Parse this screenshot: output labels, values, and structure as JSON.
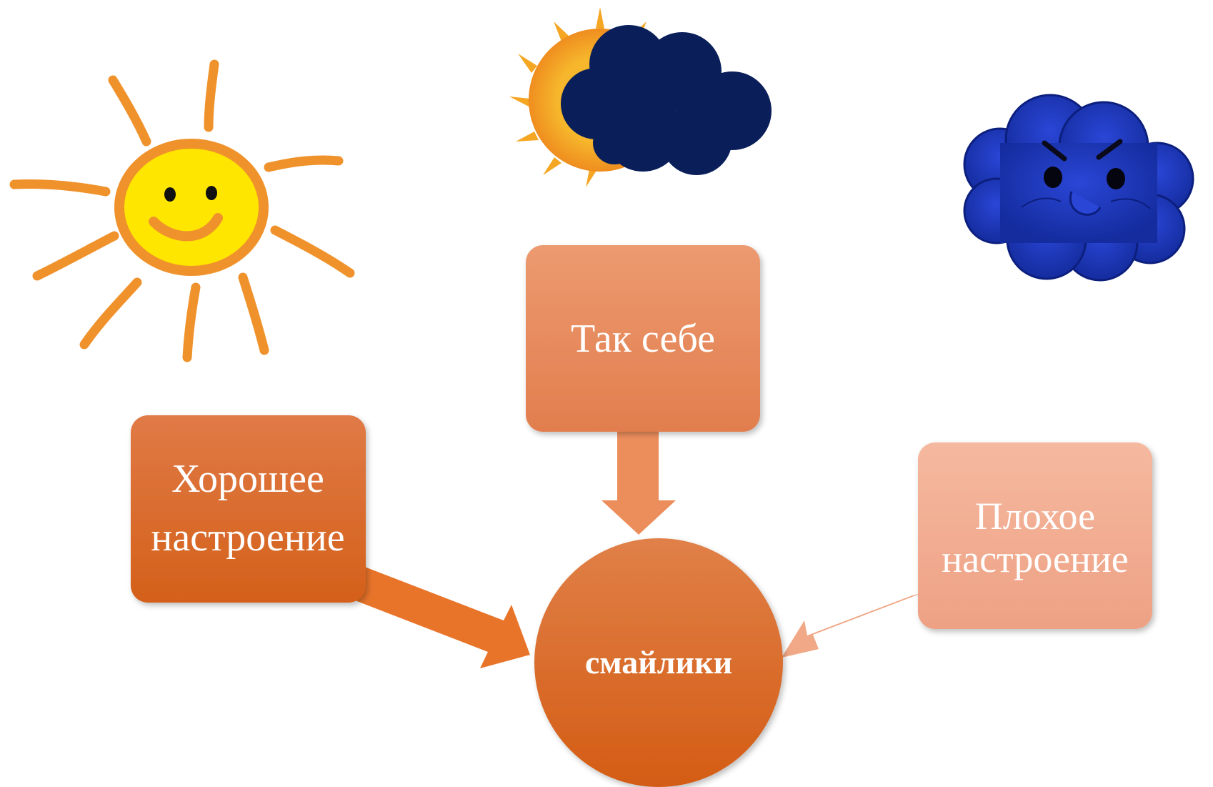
{
  "diagram": {
    "center": {
      "label": "смайлики"
    },
    "nodes": [
      {
        "id": "good",
        "lines": [
          "Хорошее",
          "настроение"
        ],
        "icon": "smiling-sun"
      },
      {
        "id": "neutral",
        "lines": [
          "Так себе"
        ],
        "icon": "sun-behind-cloud"
      },
      {
        "id": "bad",
        "lines": [
          "Плохое",
          "настроение"
        ],
        "icon": "angry-cloud"
      }
    ]
  },
  "colors": {
    "good_box_top": "#e07a46",
    "good_box_bottom": "#d4601a",
    "neutral_box_top": "#ec9a70",
    "neutral_box_bottom": "#e27e4e",
    "bad_box_top": "#f5b9a0",
    "bad_box_bottom": "#eea184",
    "center_top": "#e08048",
    "center_bottom": "#d45c14",
    "sun_rays": "#f0922c",
    "sun_face": "#ffe600",
    "dark_cloud": "#0a1f5a",
    "angry_cloud": "#1e35b8"
  }
}
